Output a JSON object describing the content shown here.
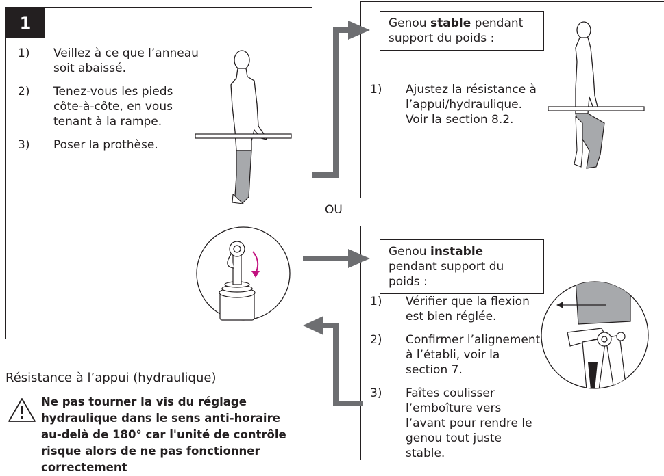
{
  "step_number": "1",
  "left_panel": {
    "steps": [
      {
        "n": "1)",
        "text": "Veillez à ce que l’anneau soit abaissé."
      },
      {
        "n": "2)",
        "text": "Tenez-vous les pieds côte-à-côte, en vous tenant à la rampe."
      },
      {
        "n": "3)",
        "text": "Poser la prothèse."
      }
    ]
  },
  "or_label": "OU",
  "stable_panel": {
    "title_prefix": "Genou ",
    "title_bold": "stable",
    "title_suffix": " pendant support du poids :",
    "steps": [
      {
        "n": "1)",
        "text": "Ajustez la résistance à l’appui/hydraulique. Voir la section 8.2."
      }
    ]
  },
  "unstable_panel": {
    "title_prefix": "Genou ",
    "title_bold": "instable",
    "title_suffix": " pendant support du poids :",
    "steps": [
      {
        "n": "1)",
        "text": "Vérifier que la flexion est bien réglée."
      },
      {
        "n": "2)",
        "text": "Confirmer l’alignement à l’établi, voir la section 7."
      },
      {
        "n": "3)",
        "text": "Faîtes coulisser l’emboîture vers l’avant pour rendre le genou tout juste stable."
      }
    ]
  },
  "resistance_section": {
    "title": "Résistance à l’appui (hydraulique)",
    "warning_icon": "warning-triangle-icon",
    "warning": "Ne pas tourner la vis du réglage hydraulique dans le sens anti-horaire au-delà de 180° car l'unité de contrôle risque alors de ne pas fonctionner correctement"
  },
  "colors": {
    "ink": "#231f20",
    "arrow": "#6d6e71",
    "prosthesis": "#a7a9ac",
    "accent_arrow": "#c2127f"
  }
}
